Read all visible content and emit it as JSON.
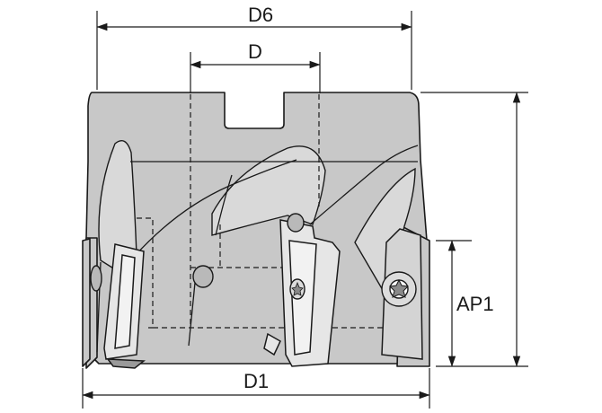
{
  "drawing": {
    "labels": {
      "d6": "D6",
      "d": "D",
      "ap1": "AP1",
      "d1": "D1"
    },
    "colors": {
      "body": "#c8c8c8",
      "body_light": "#d8d8d8",
      "insert": "#e6e6e6",
      "line": "#1a1a1a",
      "background": "#ffffff"
    }
  }
}
